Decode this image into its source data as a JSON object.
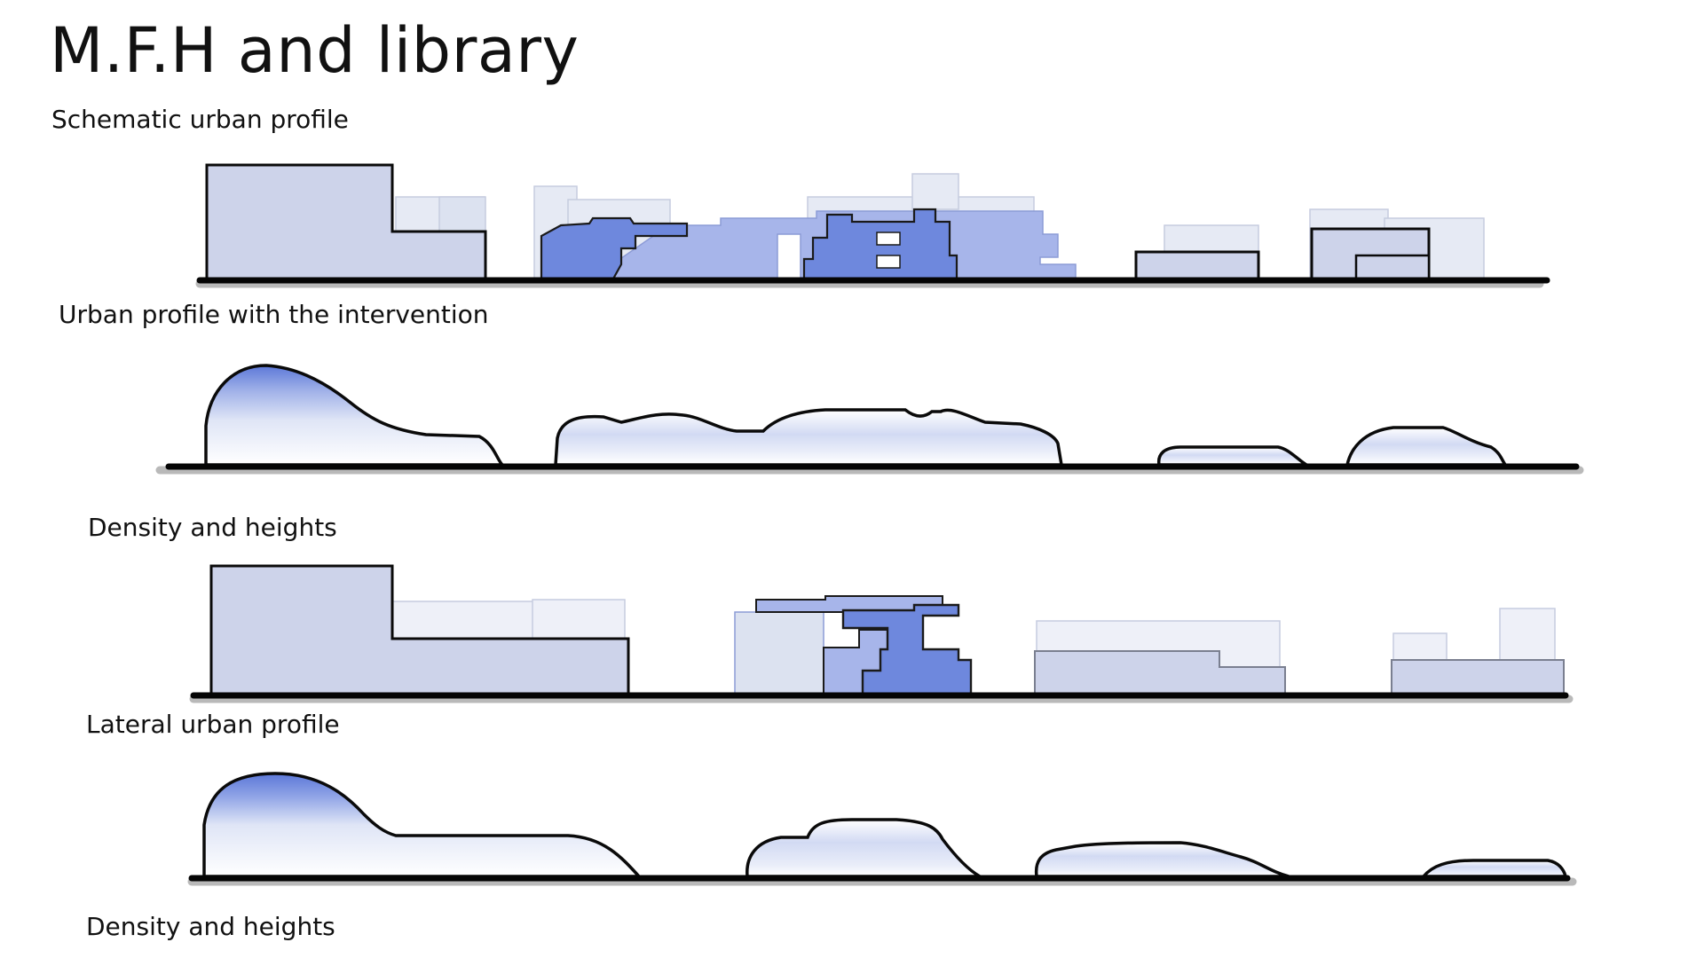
{
  "title": "M.F.H and library",
  "captions": {
    "schematic": "Schematic urban profile",
    "intervention": "Urban profile with the intervention",
    "density_1": "Density and heights",
    "lateral": "Lateral urban profile",
    "density_2": "Density and heights"
  },
  "colors": {
    "outline": "#0a0a0a",
    "ground": "#050505",
    "ground_shadow": "#b9b9b9",
    "light_fill": "#cdd3ea",
    "pale_fill": "#e6eaf4",
    "mid_blue": "#a7b5ea",
    "strong_blue": "#6e88dd",
    "density_peak": "#5c78d8"
  },
  "icons": []
}
